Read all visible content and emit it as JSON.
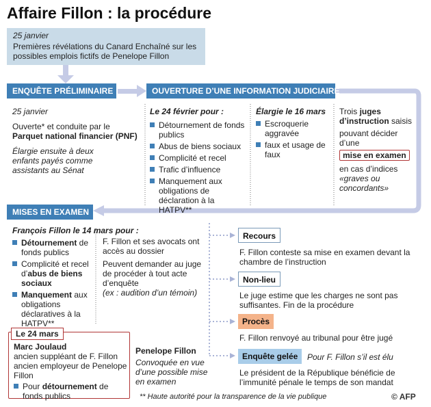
{
  "title": "Affaire Fillon : la procédure",
  "top_box": {
    "date": "25 janvier",
    "text": "Premières révélations du Canard Enchaîné sur les possibles emplois fictifs de Penelope Fillon"
  },
  "enquete": {
    "header": "ENQUÊTE PRÉLIMINAIRE",
    "date": "25 janvier",
    "text1": "Ouverte* et conduite par le ",
    "text1_bold": "Parquet national financier (PNF)",
    "text2": "Élargie ensuite à deux enfants payés comme assistants au Sénat"
  },
  "ouverture": {
    "header": "OUVERTURE D’UNE INFORMATION JUDICIAIRE",
    "col1_title": "Le 24 février pour :",
    "col1_items": [
      "Détournement de fonds publics",
      "Abus de biens sociaux",
      "Complicité et recel",
      "Trafic d’influence",
      "Manquement aux obligations de déclaration à la HATPV**"
    ],
    "col2_title": "Élargie le 16 mars",
    "col2_items": [
      "Escroquerie aggravée",
      "faux et usage de faux"
    ],
    "col3_a": "Trois ",
    "col3_b": "juges d’instruction",
    "col3_c": " saisis",
    "col3_d": "pouvant décider d’une",
    "col3_box": "mise en examen",
    "col3_e": "en cas d’indices",
    "col3_f": "«graves ou concordants»"
  },
  "mises": {
    "header": "MISES EN EXAMEN",
    "ff_title": "François Fillon le 14 mars pour :",
    "ff_items": [
      {
        "b": "Détournement",
        "t": " de fonds publics"
      },
      {
        "b": "",
        "t": "Complicité et recel d’",
        "b2": "abus de biens sociaux"
      },
      {
        "b": "Manquement",
        "t": " aux obligations déclaratives à la HATPV**"
      }
    ],
    "mid1": "F. Fillon et ses avocats ont accès au dossier",
    "mid2": "Peuvent demander au juge de procéder à tout acte d’enquête",
    "mid3": "(ex : audition d’un témoin)",
    "mars24": "Le 24 mars",
    "mj_name": "Marc Joulaud",
    "mj_text": "ancien suppléant de F. Fillon ancien employeur de Penelope Fillon",
    "mj_item_a": "Pour ",
    "mj_item_b": "détournement",
    "mj_item_c": " de fonds publics",
    "pf_name": "Penelope Fillon",
    "pf_text": "Convoquée en vue d’une possible mise en examen"
  },
  "outcomes": {
    "recours": "Recours",
    "recours_text": "F. Fillon conteste sa mise en examen devant la chambre de l’instruction",
    "nonlieu": "Non-lieu",
    "nonlieu_text": "Le juge estime que les charges ne sont pas suffisantes. Fin de la procédure",
    "proces": "Procès",
    "proces_text": "F. Fillon renvoyé au tribunal pour être jugé",
    "gelee": "Enquête gelée",
    "gelee_note": "Pour F. Fillon s’il est élu",
    "gelee_text": "Le président de la République bénéficie de l’immunité pénale le temps de son mandat"
  },
  "footnote": "** Haute autorité pour la transparence de la vie publique",
  "credit": "© AFP",
  "colors": {
    "blue": "#3f7fb6",
    "light_blue": "#c9dbe8",
    "orange": "#f4b38a",
    "red": "#b03535",
    "connector": "#c5cbe6"
  }
}
